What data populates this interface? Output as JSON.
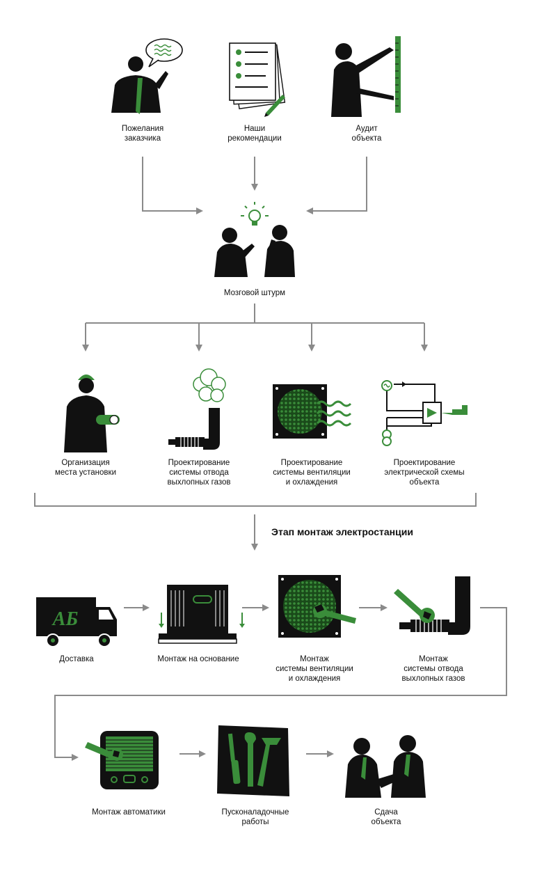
{
  "colors": {
    "accent": "#3a8d3a",
    "ink": "#111111",
    "connector": "#8a8a8a"
  },
  "inputs": [
    {
      "icon": "speaking-man-icon",
      "lines": [
        "Пожелания",
        "заказчика"
      ]
    },
    {
      "icon": "checklist-icon",
      "lines": [
        "Наши",
        "рекомендации"
      ]
    },
    {
      "icon": "measuring-man-icon",
      "lines": [
        "Аудит",
        "объекта"
      ]
    }
  ],
  "brainstorm": {
    "icon": "two-men-lightbulb-icon",
    "lines": [
      "Мозговой штурм"
    ]
  },
  "design": [
    {
      "icon": "worker-helmet-icon",
      "lines": [
        "Организация",
        "места установки"
      ]
    },
    {
      "icon": "exhaust-pipe-icon",
      "lines": [
        "Проектирование",
        "системы отвода",
        "выхлопных газов"
      ]
    },
    {
      "icon": "fan-grille-icon",
      "lines": [
        "Проектирование",
        "системы вентиляции",
        "и охлаждения"
      ]
    },
    {
      "icon": "circuit-schema-icon",
      "lines": [
        "Проектирование",
        "электрической схемы",
        "объекта"
      ]
    }
  ],
  "stage_title": "Этап монтаж электростанции",
  "montage": [
    {
      "icon": "delivery-truck-icon",
      "lines": [
        "Доставка"
      ],
      "truck_logo": "АБ"
    },
    {
      "icon": "generator-base-icon",
      "lines": [
        "Монтаж на основание"
      ]
    },
    {
      "icon": "fan-wrench-icon",
      "lines": [
        "Монтаж",
        "системы вентиляции",
        "и охлаждения"
      ]
    },
    {
      "icon": "pipe-wrench-icon",
      "lines": [
        "Монтаж",
        "системы отвода",
        "выхлопных газов"
      ]
    }
  ],
  "final": [
    {
      "icon": "controller-wrench-icon",
      "lines": [
        "Монтаж автоматики"
      ]
    },
    {
      "icon": "tools-icon",
      "lines": [
        "Пусконаладочные",
        "работы"
      ]
    },
    {
      "icon": "handshake-icon",
      "lines": [
        "Сдача",
        "объекта"
      ]
    }
  ]
}
